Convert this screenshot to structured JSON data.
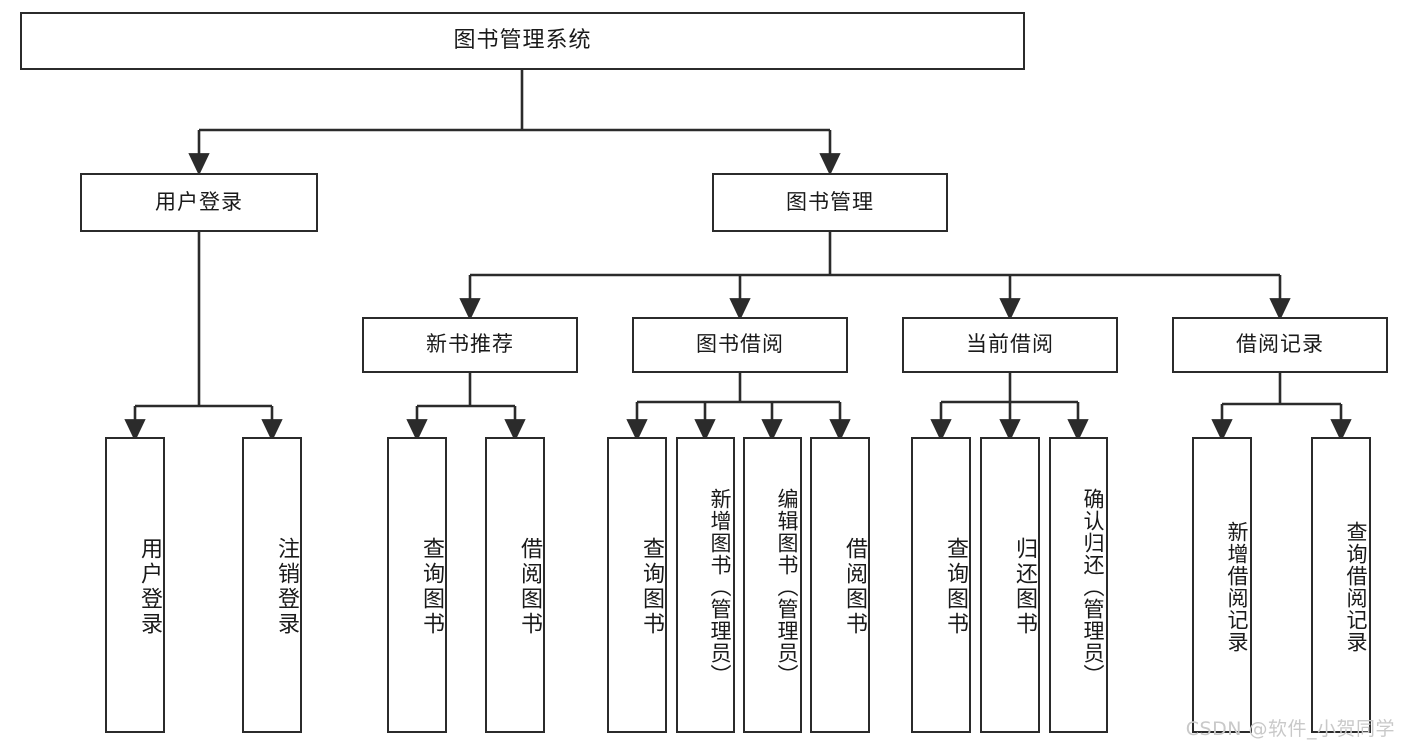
{
  "diagram": {
    "title": "图书管理系统",
    "type": "tree-hierarchy-chart",
    "watermark": "CSDN @软件_小贺同学",
    "colors": {
      "box_border": "#2b2b2b",
      "box_fill": "#ffffff",
      "edge": "#2b2b2b",
      "text": "#1a1a1a",
      "watermark": "#c9c9c9"
    },
    "root": {
      "id": "root",
      "label": "图书管理系统"
    },
    "level2": [
      {
        "id": "user-login",
        "label": "用户登录"
      },
      {
        "id": "book-manage",
        "label": "图书管理"
      }
    ],
    "level3": [
      {
        "id": "new-book-rec",
        "label": "新书推荐"
      },
      {
        "id": "book-borrow",
        "label": "图书借阅"
      },
      {
        "id": "current-borrow",
        "label": "当前借阅"
      },
      {
        "id": "borrow-record",
        "label": "借阅记录"
      }
    ],
    "leaves": {
      "user_login": [
        {
          "id": "leaf-user-login",
          "label": "用户登录"
        },
        {
          "id": "leaf-user-logout",
          "label": "注销登录"
        }
      ],
      "new_book_rec": [
        {
          "id": "leaf-query-book-1",
          "label": "查询图书"
        },
        {
          "id": "leaf-borrow-book-1",
          "label": "借阅图书"
        }
      ],
      "book_borrow": [
        {
          "id": "leaf-query-book-2",
          "label": "查询图书"
        },
        {
          "id": "leaf-add-book",
          "label": "新增图书（管理员）"
        },
        {
          "id": "leaf-edit-book",
          "label": "编辑图书（管理员）"
        },
        {
          "id": "leaf-borrow-book-2",
          "label": "借阅图书"
        }
      ],
      "current_borrow": [
        {
          "id": "leaf-query-book-3",
          "label": "查询图书"
        },
        {
          "id": "leaf-return-book",
          "label": "归还图书"
        },
        {
          "id": "leaf-confirm-return",
          "label": "确认归还（管理员）"
        }
      ],
      "borrow_record": [
        {
          "id": "leaf-add-record",
          "label": "新增借阅记录"
        },
        {
          "id": "leaf-query-record",
          "label": "查询借阅记录"
        }
      ]
    }
  }
}
